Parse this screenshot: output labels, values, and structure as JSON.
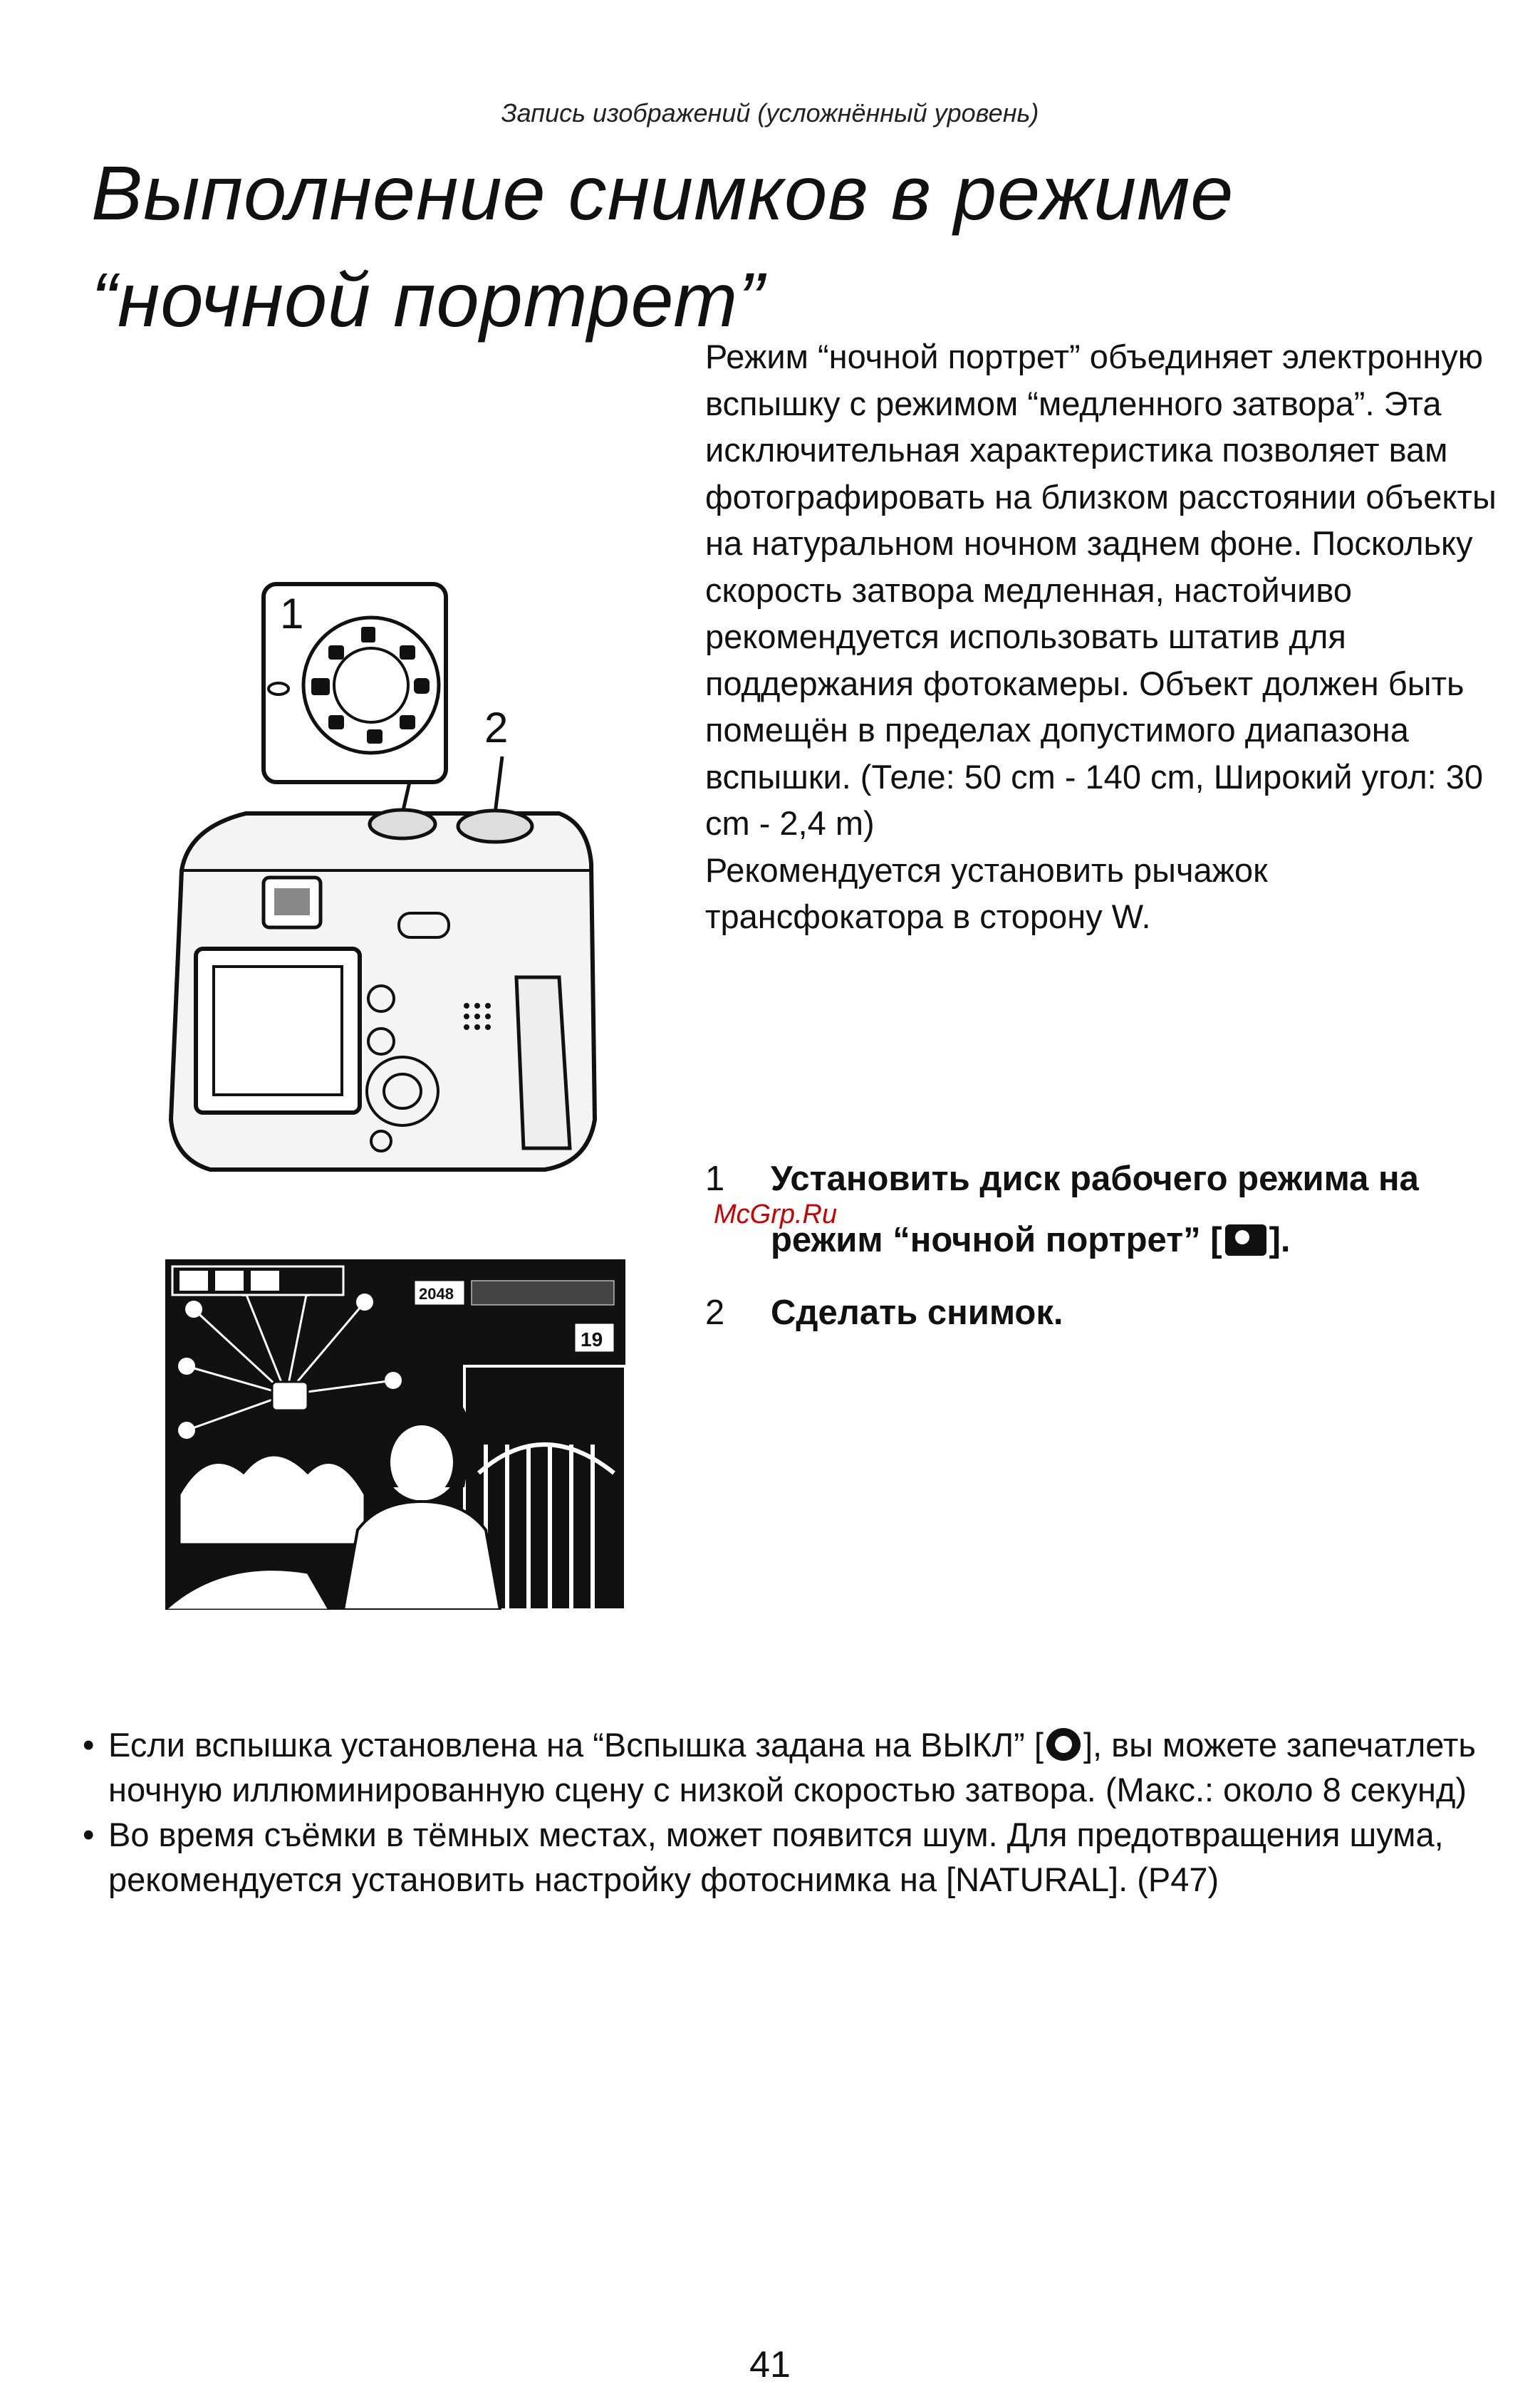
{
  "header": {
    "running_title": "Запись изображений (усложнённый уровень)"
  },
  "title": {
    "line1": "Выполнение снимков в режиме",
    "line2": "“ночной портрет”"
  },
  "intro": {
    "paragraph1": "Режим “ночной портрет” объединяет электронную вспышку с режимом “медленного затвора”. Эта исключительная характеристика позволяет вам фотографировать на близком расстоянии объекты на натуральном ночном заднем фоне. Поскольку скорость затвора медленная, настойчиво рекомендуется использовать штатив для поддержания фотокамеры. Объект должен быть помещён в пределах допустимого диапазона вспышки. (Теле: 50 cm - 140 cm, Широкий угол: 30 cm - 2,4 m)",
    "paragraph2": "Рекомендуется установить рычажок трансфокатора в сторону W."
  },
  "illustration": {
    "callout_1": "1",
    "callout_2": "2",
    "lcd_resolution": "2048",
    "lcd_count": "19"
  },
  "steps": [
    {
      "number": "1",
      "text_before": "Установить диск рабочего режима на режим “ночной портрет” [",
      "text_after": "]."
    },
    {
      "number": "2",
      "text": "Сделать снимок."
    }
  ],
  "watermark": "McGrp.Ru",
  "notes": [
    {
      "before": "Если вспышка установлена на “Вспышка задана на ВЫКЛ” [",
      "after": "], вы можете запечатлеть ночную иллюминированную сцену с низкой скоростью затвора. (Макс.: около 8 секунд)"
    },
    {
      "text": "Во время съёмки в тёмных местах, может появится шум. Для предотвращения шума, рекомендуется установить настройку фотоснимка на [NATURAL]. (P47)"
    }
  ],
  "page_number": "41",
  "icons": {
    "night_portrait_mode": "night-portrait-icon",
    "flash_off": "flash-off-icon"
  }
}
